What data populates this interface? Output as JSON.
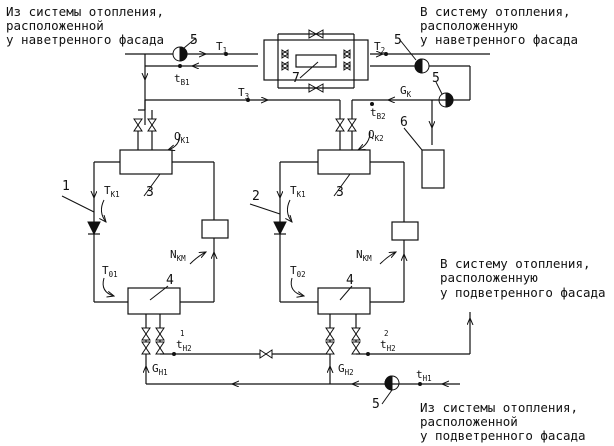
{
  "captions": {
    "top_left": [
      "Из системы отопления,",
      "расположенной",
      "у наветренного фасада"
    ],
    "top_right": [
      "В систему отопления,",
      "расположенную",
      "у наветренного фасада"
    ],
    "mid_right": [
      "В систему отопления,",
      "расположенную",
      "у подветренного фасада"
    ],
    "bottom_right": [
      "Из системы отопления,",
      "расположенной",
      "у подветренного фасада"
    ]
  },
  "numbers": {
    "left_loop": "1",
    "right_loop": "2",
    "hx_top_left": "3",
    "hx_top_right": "3",
    "hx_bottom_left": "4",
    "hx_bottom_right": "4",
    "pump_top_left": "5",
    "pump_top_right_a": "5",
    "pump_top_right_b": "5",
    "pump_bottom": "5",
    "tank": "6",
    "central_hx": "7"
  },
  "labels": {
    "T1": {
      "main": "T",
      "sub": "1"
    },
    "T2": {
      "main": "T",
      "sub": "2"
    },
    "T3": {
      "main": "T",
      "sub": "3"
    },
    "tB1": {
      "main": "t",
      "sub": "В1"
    },
    "tB2": {
      "main": "t",
      "sub": "В2"
    },
    "Gk": {
      "main": "G",
      "sub": "К"
    },
    "Qk1": {
      "main": "Q",
      "sub": "К1"
    },
    "Qk2": {
      "main": "Q",
      "sub": "К2"
    },
    "Tk1_left": {
      "main": "T",
      "sub": "К1"
    },
    "Tk1_right": {
      "main": "T",
      "sub": "К1"
    },
    "Nkm_left": {
      "main": "N",
      "sub": "КМ"
    },
    "Nkm_right": {
      "main": "N",
      "sub": "КМ"
    },
    "T01": {
      "main": "T",
      "sub": "01"
    },
    "T02": {
      "main": "T",
      "sub": "02"
    },
    "tH2_left": {
      "main": "t",
      "sub": "Н2",
      "sup": "1"
    },
    "tH2_right": {
      "main": "t",
      "sub": "Н2",
      "sup": "2"
    },
    "tH1": {
      "main": "t",
      "sub": "Н1"
    },
    "GH1": {
      "main": "G",
      "sub": "Н1"
    },
    "GH2": {
      "main": "G",
      "sub": "Н2"
    }
  }
}
